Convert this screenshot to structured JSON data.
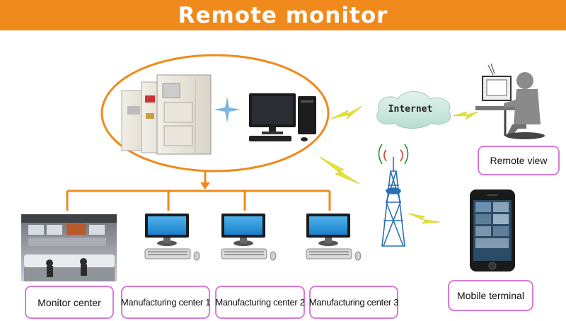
{
  "header": {
    "title": "Remote monitor"
  },
  "internet": {
    "label": "Internet"
  },
  "labels": {
    "remote_view": "Remote view",
    "mobile_terminal": "Mobile terminal",
    "monitor_center": "Monitor center",
    "manufacturing_1": "Manufacturing center 1",
    "manufacturing_2": "Manufacturing center 2",
    "manufacturing_3": "Manufacturing center 3"
  },
  "colors": {
    "accent": "#f08a1c",
    "connector": "#f08a1c",
    "label_border": "#d97ad9",
    "signal": "#e6e62a",
    "monitor_screen": "#1e8fd6",
    "tower": "#2a6fb5"
  }
}
